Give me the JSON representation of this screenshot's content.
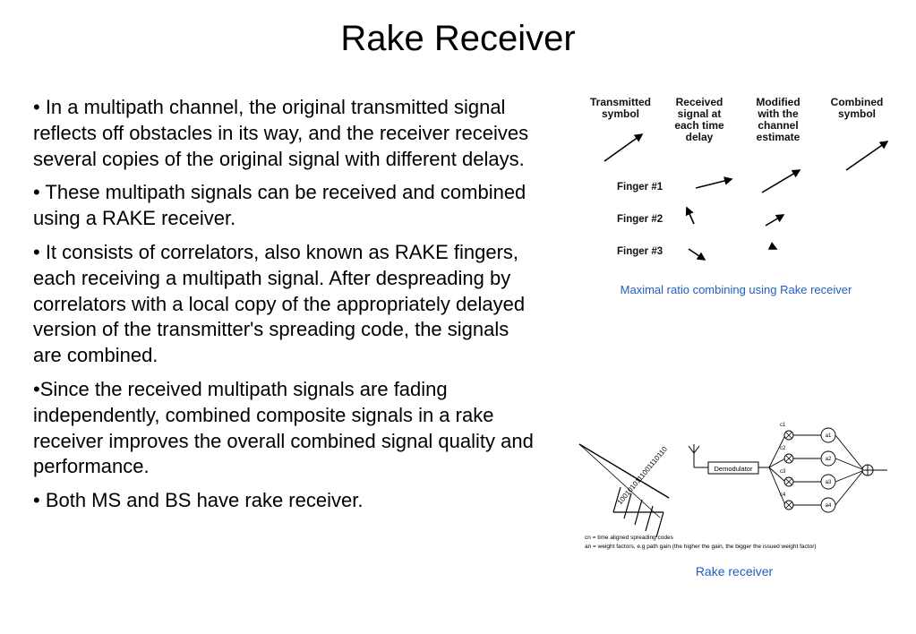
{
  "slide": {
    "title": "Rake Receiver",
    "bullets": [
      "• In a multipath channel, the original transmitted signal reflects off obstacles in its way, and the receiver receives several copies of the original signal with different delays.",
      "• These multipath signals can be received and combined using a RAKE receiver.",
      "• It consists of correlators, also known as RAKE fingers, each receiving a multipath signal. After despreading by correlators with a local copy of the appropriately delayed version of the transmitter's spreading code, the signals are combined.",
      "•Since the received multipath signals are fading independently, combined composite signals in a rake receiver improves the overall combined signal quality and performance.",
      "•  Both MS and BS have rake receiver."
    ]
  },
  "figure1": {
    "col1": [
      "Transmitted",
      "symbol"
    ],
    "col2": [
      "Received",
      "signal at",
      "each time",
      "delay"
    ],
    "col3": [
      "Modified",
      "with the",
      "channel",
      "estimate"
    ],
    "col4": [
      "Combined",
      "symbol"
    ],
    "finger1": "Finger #1",
    "finger2": "Finger #2",
    "finger3": "Finger #3",
    "caption": "Maximal ratio combining using Rake receiver"
  },
  "figure2": {
    "demodulator": "Demodulator",
    "code": "1001010111001110110",
    "c_labels": [
      "c1",
      "c2",
      "c3",
      "c4"
    ],
    "a_labels": [
      "a1",
      "a2",
      "a3",
      "a4"
    ],
    "legend1": "cn = time aligned spreading codes",
    "legend2": "an = weight factors, e.g path gain (the higher the gain, the bigger the issued weight factor)",
    "caption": "Rake receiver"
  }
}
